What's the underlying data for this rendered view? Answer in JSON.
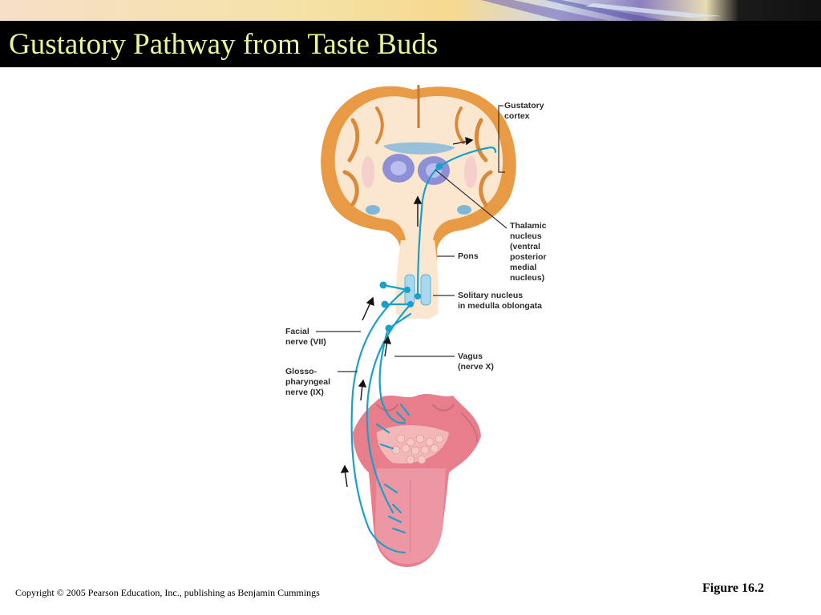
{
  "slide": {
    "title": "Gustatory Pathway from Taste Buds",
    "copyright": "Copyright © 2005 Pearson Education, Inc., publishing as Benjamin Cummings",
    "figure_number": "Figure 16.2"
  },
  "diagram": {
    "labels": {
      "gustatory_cortex": "Gustatory\ncortex",
      "thalamic_nucleus": "Thalamic\nnucleus\n(ventral\nposterior\nmedial\nnucleus)",
      "pons": "Pons",
      "solitary_nucleus": "Solitary nucleus\nin medulla oblongata",
      "facial_nerve": "Facial\nnerve (VII)",
      "vagus_nerve": "Vagus\n(nerve X)",
      "glossopharyngeal_nerve": "Glosso-\npharyngeal\nnerve (IX)"
    }
  },
  "colors": {
    "title_text": "#e6f59a",
    "title_bar": "#000000",
    "nerve": "#1aa0c8",
    "brain_cortex": "#e89a45",
    "brain_fill": "#fbe7cf",
    "tongue": "#e87d8c"
  }
}
